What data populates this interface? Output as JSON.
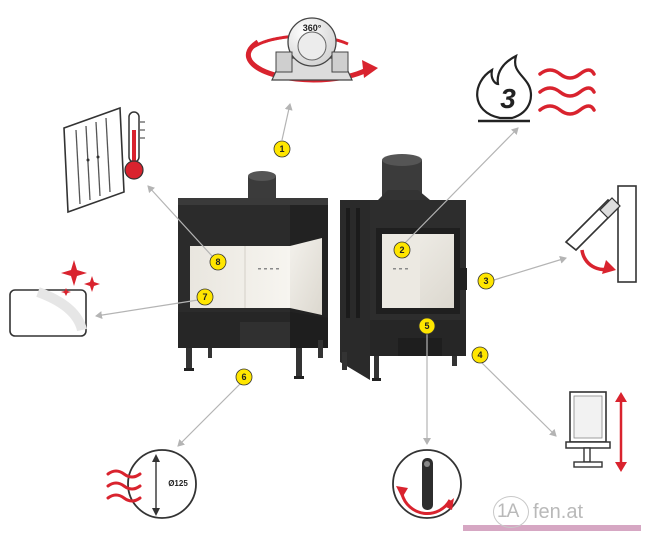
{
  "features": [
    {
      "number": "1",
      "icon": "rotating-flue-outlet-icon",
      "label": "360°"
    },
    {
      "number": "2",
      "icon": "burn-rating-flame-icon",
      "label": "3"
    },
    {
      "number": "3",
      "icon": "door-hinge-swing-icon"
    },
    {
      "number": "4",
      "icon": "adjustable-leg-height-icon"
    },
    {
      "number": "5",
      "icon": "air-regulator-knob-icon"
    },
    {
      "number": "6",
      "icon": "air-inlet-pipe-icon",
      "label": "Ø125"
    },
    {
      "number": "7",
      "icon": "clean-glass-icon"
    },
    {
      "number": "8",
      "icon": "heat-retention-panel-icon"
    }
  ],
  "watermark": {
    "prefix": "1A",
    "text": "fen.at"
  },
  "colors": {
    "accent_red": "#d9232e",
    "marker_yellow": "#ffe600",
    "stove_dark": "#2e2e2e",
    "line_gray": "#b4b4b4"
  }
}
